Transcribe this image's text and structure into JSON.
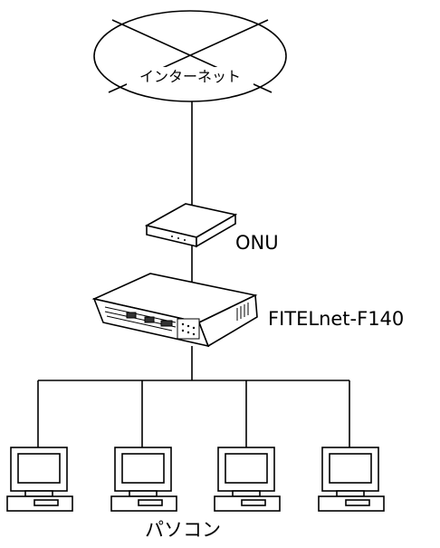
{
  "nodes": {
    "internet": "インターネット",
    "onu": "ONU",
    "router": "FITELnet-F140",
    "pcs": "パソコン"
  },
  "pc_count": 4,
  "colors": {
    "line": "#000000",
    "fill": "#ffffff",
    "panel": "#333333"
  }
}
